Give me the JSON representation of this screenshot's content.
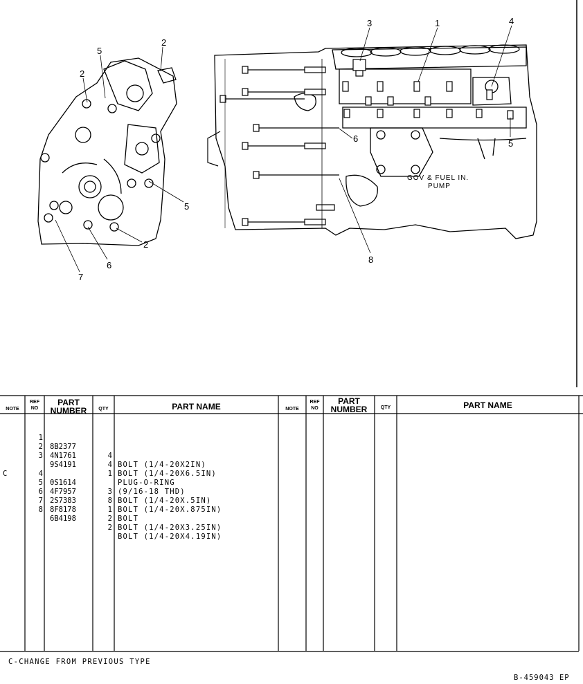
{
  "callouts": {
    "left_view": [
      "5",
      "2",
      "2",
      "5",
      "2",
      "6",
      "7"
    ],
    "right_view": [
      "3",
      "1",
      "4",
      "6",
      "5",
      "8"
    ],
    "pump_label_line1": "GOV & FUEL IN.",
    "pump_label_line2": "PUMP"
  },
  "table": {
    "headers": {
      "note": "NOTE",
      "ref_no": [
        "REF",
        "NO"
      ],
      "part_number": [
        "PART",
        "NUMBER"
      ],
      "qty": "QTY",
      "part_name": "PART NAME"
    },
    "rows": [
      {
        "note": "",
        "ref": "1",
        "part_number": "8B2377",
        "qty": "4",
        "name": "BOLT (1/4-20X2IN)"
      },
      {
        "note": "",
        "ref": "2",
        "part_number": "4N1761",
        "qty": "4",
        "name": "BOLT (1/4-20X6.5IN)"
      },
      {
        "note": "",
        "ref": "3",
        "part_number": "9S4191",
        "qty": "1",
        "name": "PLUG-O-RING"
      },
      {
        "note": "",
        "ref": "",
        "part_number": "",
        "qty": "",
        "name": "(9/16-18 THD)"
      },
      {
        "note": "",
        "ref": "4",
        "part_number": "0S1614",
        "qty": "3",
        "name": "BOLT (1/4-20X.5IN)"
      },
      {
        "note": "C",
        "ref": "5",
        "part_number": "4F7957",
        "qty": "8",
        "name": "BOLT (1/4-20X.875IN)"
      },
      {
        "note": "",
        "ref": "6",
        "part_number": "2S7383",
        "qty": "1",
        "name": "BOLT"
      },
      {
        "note": "",
        "ref": "7",
        "part_number": "8F8178",
        "qty": "2",
        "name": "BOLT (1/4-20X3.25IN)"
      },
      {
        "note": "",
        "ref": "8",
        "part_number": "6B4198",
        "qty": "2",
        "name": "BOLT (1/4-20X4.19IN)"
      }
    ]
  },
  "footnote": "C-CHANGE FROM PREVIOUS TYPE",
  "document_number": "B-459043 EP"
}
